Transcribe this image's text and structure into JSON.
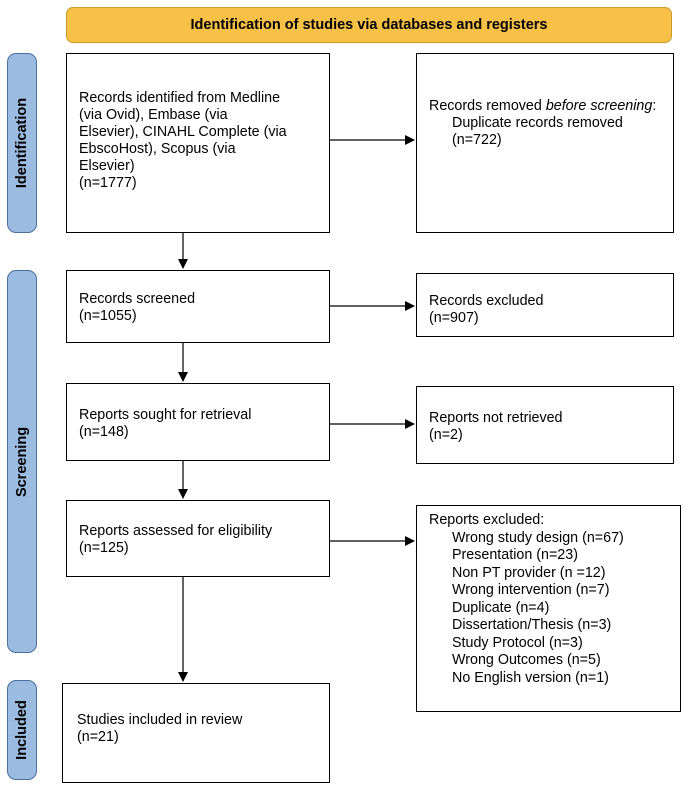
{
  "header": {
    "title": "Identification of studies via databases and registers"
  },
  "phases": {
    "identification": "Identification",
    "screening": "Screening",
    "included": "Included"
  },
  "boxes": {
    "records_identified": {
      "lines": [
        "Records identified from Medline",
        "(via Ovid), Embase (via",
        "Elsevier), CINAHL Complete (via",
        "EbscoHost), Scopus (via",
        "Elsevier)",
        "(n=1777)"
      ]
    },
    "records_removed": {
      "prefix": "Records removed ",
      "emphasis": "before screening",
      "suffix": ":",
      "items": [
        "Duplicate records removed",
        "(n=722)"
      ]
    },
    "records_screened": {
      "label": "Records screened",
      "count": "(n=1055)"
    },
    "records_excluded": {
      "label": "Records excluded",
      "count": "(n=907)"
    },
    "reports_sought": {
      "label": "Reports sought for retrieval",
      "count": "(n=148)"
    },
    "reports_not_retrieved": {
      "label": "Reports not retrieved",
      "count": "(n=2)"
    },
    "reports_assessed": {
      "label": "Reports assessed for eligibility",
      "count": "(n=125)"
    },
    "reports_excluded": {
      "title": "Reports excluded:",
      "items": [
        "Wrong study design (n=67)",
        "Presentation (n=23)",
        "Non PT provider (n =12)",
        "Wrong intervention (n=7)",
        "Duplicate (n=4)",
        "Dissertation/Thesis (n=3)",
        "Study Protocol (n=3)",
        "Wrong Outcomes (n=5)",
        "No English version (n=1)"
      ]
    },
    "studies_included": {
      "label": "Studies included in review",
      "count": "(n=21)"
    }
  },
  "colors": {
    "banner": "#f7c046",
    "phase": "#9bbbe0",
    "border": "#000000"
  }
}
